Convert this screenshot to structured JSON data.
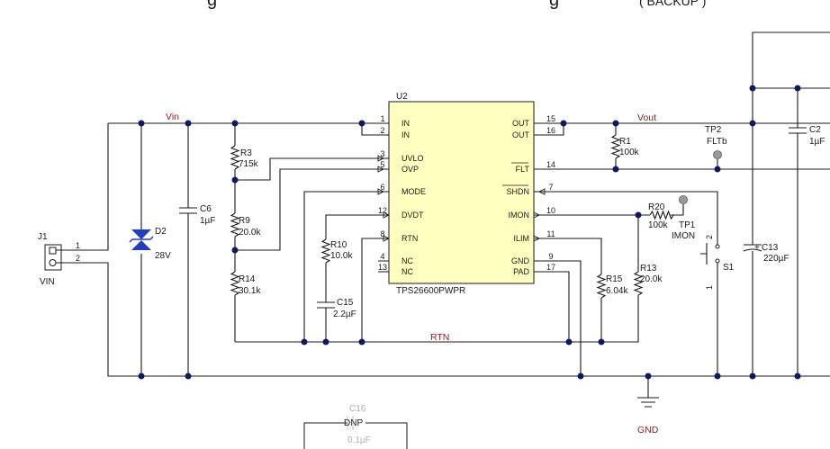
{
  "header": {
    "title_fragment_left": "g",
    "title_fragment_mid": "g",
    "title_fragment_right": "( BACKUP )"
  },
  "nets": {
    "vin": "Vin",
    "vout": "Vout",
    "rtn": "RTN",
    "gnd": "GND"
  },
  "ic": {
    "ref": "U2",
    "part": "TPS26600PWPR",
    "left_pins": [
      {
        "num": "1",
        "name": "IN"
      },
      {
        "num": "2",
        "name": "IN"
      },
      {
        "num": "3",
        "name": "UVLO"
      },
      {
        "num": "5",
        "name": "OVP"
      },
      {
        "num": "6",
        "name": "MODE"
      },
      {
        "num": "12",
        "name": "DVDT"
      },
      {
        "num": "8",
        "name": "RTN"
      },
      {
        "num": "4",
        "name": "NC"
      },
      {
        "num": "13",
        "name": "NC"
      }
    ],
    "right_pins": [
      {
        "num": "15",
        "name": "OUT"
      },
      {
        "num": "16",
        "name": "OUT"
      },
      {
        "num": "14",
        "name": "FLT"
      },
      {
        "num": "7",
        "name": "SHDN"
      },
      {
        "num": "10",
        "name": "IMON"
      },
      {
        "num": "11",
        "name": "ILIM"
      },
      {
        "num": "9",
        "name": "GND"
      },
      {
        "num": "17",
        "name": "PAD"
      }
    ]
  },
  "components": {
    "j1": {
      "ref": "J1",
      "name": "VIN",
      "pin1": "1",
      "pin2": "2"
    },
    "d2": {
      "ref": "D2",
      "value": "28V"
    },
    "c6": {
      "ref": "C6",
      "value": "1µF"
    },
    "r3": {
      "ref": "R3",
      "value": "715k"
    },
    "r9": {
      "ref": "R9",
      "value": "20.0k"
    },
    "r14": {
      "ref": "R14",
      "value": "30.1k"
    },
    "r10": {
      "ref": "R10",
      "value": "10.0k"
    },
    "c15": {
      "ref": "C15",
      "value": "2.2µF"
    },
    "r1": {
      "ref": "R1",
      "value": "100k"
    },
    "tp2": {
      "ref": "TP2",
      "name": "FLTb"
    },
    "r20": {
      "ref": "R20",
      "value": "100k"
    },
    "tp1": {
      "ref": "TP1",
      "name": "IMON"
    },
    "r15": {
      "ref": "R15",
      "value": "6.04k"
    },
    "r13": {
      "ref": "R13",
      "value": "20.0k"
    },
    "s1": {
      "ref": "S1",
      "pin_top": "2",
      "pin_bottom": "1"
    },
    "c13": {
      "ref": "C13",
      "value": "220µF",
      "polarity": "+"
    },
    "c2": {
      "ref": "C2",
      "value": "1µF"
    },
    "c16": {
      "ref": "C16",
      "value": "0.1µF",
      "note": "DNP"
    }
  },
  "colors": {
    "wire": "#1a1a1a",
    "junction": "#0d1b5e",
    "ic_fill": "#ffffc0",
    "diode": "#1f3fbf",
    "net_label": "#8b1a1a",
    "dnp": "#b0b0b0"
  }
}
